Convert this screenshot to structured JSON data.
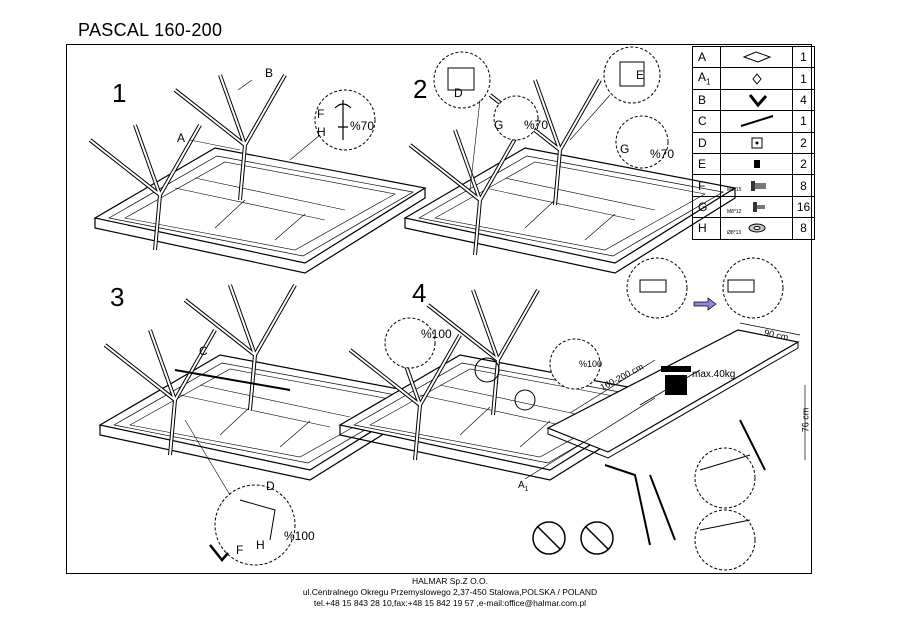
{
  "title": "PASCAL 160-200",
  "steps": [
    "1",
    "2",
    "3",
    "4"
  ],
  "callouts": {
    "s1_b": "B",
    "s1_a": "A",
    "s1_f": "F",
    "s1_h": "H",
    "s1_pct": "%70",
    "s2_d": "D",
    "s2_e": "E",
    "s2_g1": "G",
    "s2_pct1": "%70",
    "s2_g2": "G",
    "s2_pct2": "%70",
    "s3_c": "C",
    "s3_d": "D",
    "s3_f": "F",
    "s3_h": "H",
    "s3_pct": "%100",
    "s4_pct1": "%100",
    "s4_pct2": "%100"
  },
  "parts": [
    {
      "code": "A",
      "sub": "",
      "qty": "1",
      "icon": "top-panel-icon",
      "spec": ""
    },
    {
      "code": "A",
      "sub": "1",
      "qty": "1",
      "icon": "extension-panel-icon",
      "spec": ""
    },
    {
      "code": "B",
      "sub": "",
      "qty": "4",
      "icon": "leg-icon",
      "spec": ""
    },
    {
      "code": "C",
      "sub": "",
      "qty": "1",
      "icon": "rail-icon",
      "spec": ""
    },
    {
      "code": "D",
      "sub": "",
      "qty": "2",
      "icon": "bracket-icon",
      "spec": ""
    },
    {
      "code": "E",
      "sub": "",
      "qty": "2",
      "icon": "clip-icon",
      "spec": ""
    },
    {
      "code": "F",
      "sub": "",
      "qty": "8",
      "icon": "bolt-icon",
      "spec": "M8*15"
    },
    {
      "code": "G",
      "sub": "",
      "qty": "16",
      "icon": "screw-icon",
      "spec": "M8*12"
    },
    {
      "code": "H",
      "sub": "",
      "qty": "8",
      "icon": "washer-icon",
      "spec": "Ø8*13"
    }
  ],
  "dimensions": {
    "width": "90 cm",
    "length": "160-200 cm",
    "height": "76 cm",
    "max_load": "max.40kg",
    "extension_label": "A",
    "extension_sub": "1"
  },
  "footer": {
    "company": "HALMAR Sp.Z O.O.",
    "address": "ul.Centralnego Okregu Przemyslowego 2,37-450 Stalowa,POLSKA / POLAND",
    "contact": "tel.+48 15 843 28 10,fax:+48 15 842 19 57 ,e-mail:office@halmar.com.pl"
  }
}
